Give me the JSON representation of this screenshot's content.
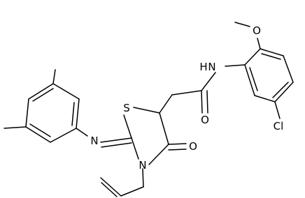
{
  "atoms": {
    "nh": "N",
    "h": "H",
    "o_methoxy": "O",
    "cl": "Cl",
    "s": "S",
    "n_imine": "N",
    "n_ring": "N",
    "o_ring": "O",
    "o_amide": "O"
  },
  "colors": {
    "bond": "#000000",
    "label": "#000000",
    "background": "#ffffff"
  }
}
